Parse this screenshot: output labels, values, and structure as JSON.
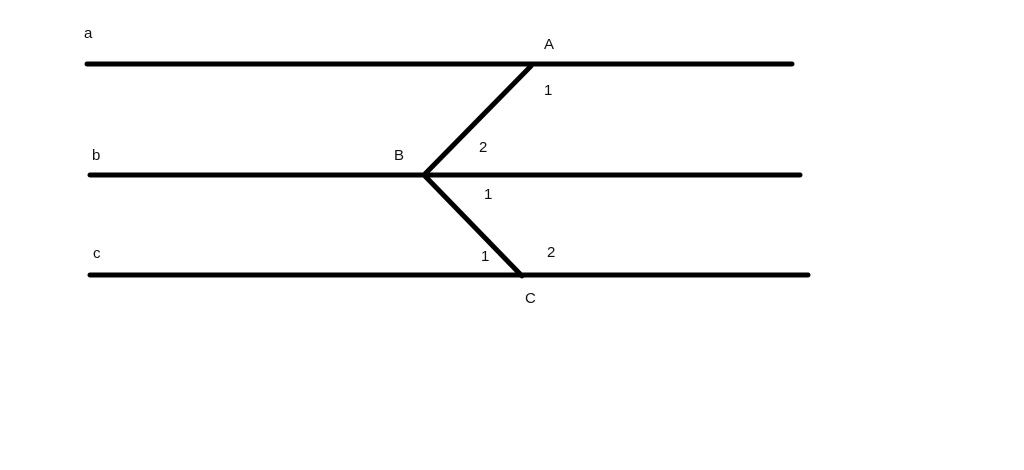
{
  "lines": [
    {
      "id": "a",
      "label": "a"
    },
    {
      "id": "b",
      "label": "b"
    },
    {
      "id": "c",
      "label": "c"
    }
  ],
  "points": [
    {
      "id": "A",
      "label": "A"
    },
    {
      "id": "B",
      "label": "B"
    },
    {
      "id": "C",
      "label": "C"
    }
  ],
  "angles": {
    "at_A": "1",
    "at_B_upper": "2",
    "at_B_lower": "1",
    "at_C_left": "1",
    "at_C_right": "2"
  }
}
